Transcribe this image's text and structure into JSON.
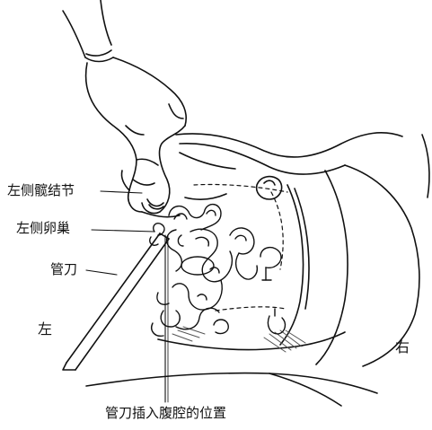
{
  "labels": {
    "lymph_node": "左侧髋结节",
    "ovary": "左侧卵巢",
    "trocar": "管刀",
    "left_side": "左",
    "right_side": "右",
    "caption": "管刀插入腹腔的位置"
  },
  "colors": {
    "ink": "#111111",
    "paper": "#ffffff",
    "shading": "#555555"
  }
}
